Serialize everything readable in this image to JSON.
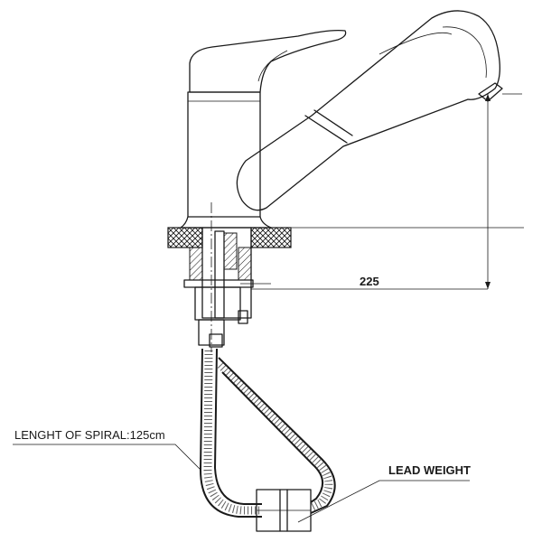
{
  "dimension": {
    "value": "225"
  },
  "labels": {
    "spiral": "LENGHT OF SPIRAL:125cm",
    "weight": "LEAD WEIGHT"
  },
  "colors": {
    "line": "#1a1a1a",
    "background": "#ffffff"
  }
}
